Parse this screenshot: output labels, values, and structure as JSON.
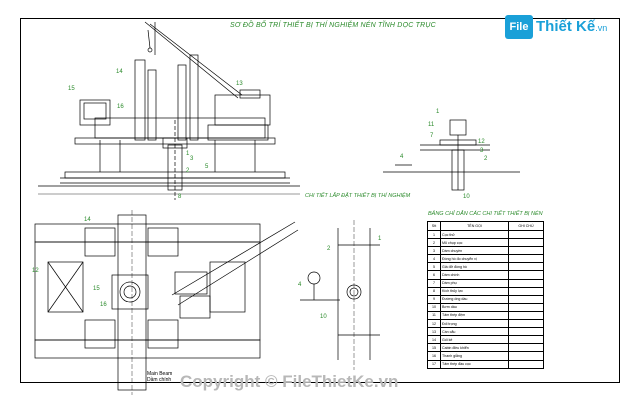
{
  "titles": {
    "main": "SƠ ĐỒ BỐ TRÍ THIẾT BỊ THÍ NGHIỆM NÉN TĨNH DỌC TRỤC",
    "detail": "CHI TIẾT LẮP ĐẶT THIẾT BỊ THÍ NGHIỆM",
    "table": "BẢNG CHỈ DẪN CÁC CHI TIẾT THIẾT BỊ NÉN"
  },
  "table": {
    "headers": [
      "Stt",
      "TÊN GỌI",
      "GHI CHÚ"
    ],
    "rows": [
      [
        "1",
        "Cọc thử",
        ""
      ],
      [
        "2",
        "Mũ chụp cọc",
        ""
      ],
      [
        "3",
        "Dầm chuyền",
        ""
      ],
      [
        "4",
        "Đồng hồ đo chuyển vị",
        ""
      ],
      [
        "5",
        "Giá đỡ đồng hồ",
        ""
      ],
      [
        "6",
        "Dầm chính",
        ""
      ],
      [
        "7",
        "Dầm phụ",
        ""
      ],
      [
        "8",
        "Kích thủy lực",
        ""
      ],
      [
        "9",
        "Đường ống dầu",
        ""
      ],
      [
        "10",
        "Bơm dầu",
        ""
      ],
      [
        "11",
        "Tấm thép đệm",
        ""
      ],
      [
        "12",
        "Đối trọng",
        ""
      ],
      [
        "13",
        "Cần cẩu",
        ""
      ],
      [
        "14",
        "Gối kê",
        ""
      ],
      [
        "15",
        "Cabin điều khiển",
        ""
      ],
      [
        "16",
        "Thanh giằng",
        ""
      ],
      [
        "17",
        "Tấm thép đầu cọc",
        ""
      ]
    ]
  },
  "notes": {
    "beam_en": "Main Beam",
    "beam_vi": "Dầm chính"
  },
  "callouts": {
    "elevation": [
      "14",
      "15",
      "16",
      "13",
      "1",
      "2",
      "3",
      "5",
      "8"
    ],
    "detail": [
      "1",
      "11",
      "7",
      "12",
      "4",
      "3",
      "2",
      "10"
    ],
    "plan": [
      "14",
      "12",
      "15",
      "16"
    ],
    "section": [
      "1",
      "2",
      "4",
      "10"
    ]
  },
  "logo": {
    "badge": "File",
    "name": "Thiết Kế",
    "suffix": ".vn"
  },
  "watermark": "Copyright © FileThietKe.vn",
  "colors": {
    "accent_green": "#2a8a2a",
    "brand_blue": "#1aa0d8",
    "line": "#000000"
  }
}
